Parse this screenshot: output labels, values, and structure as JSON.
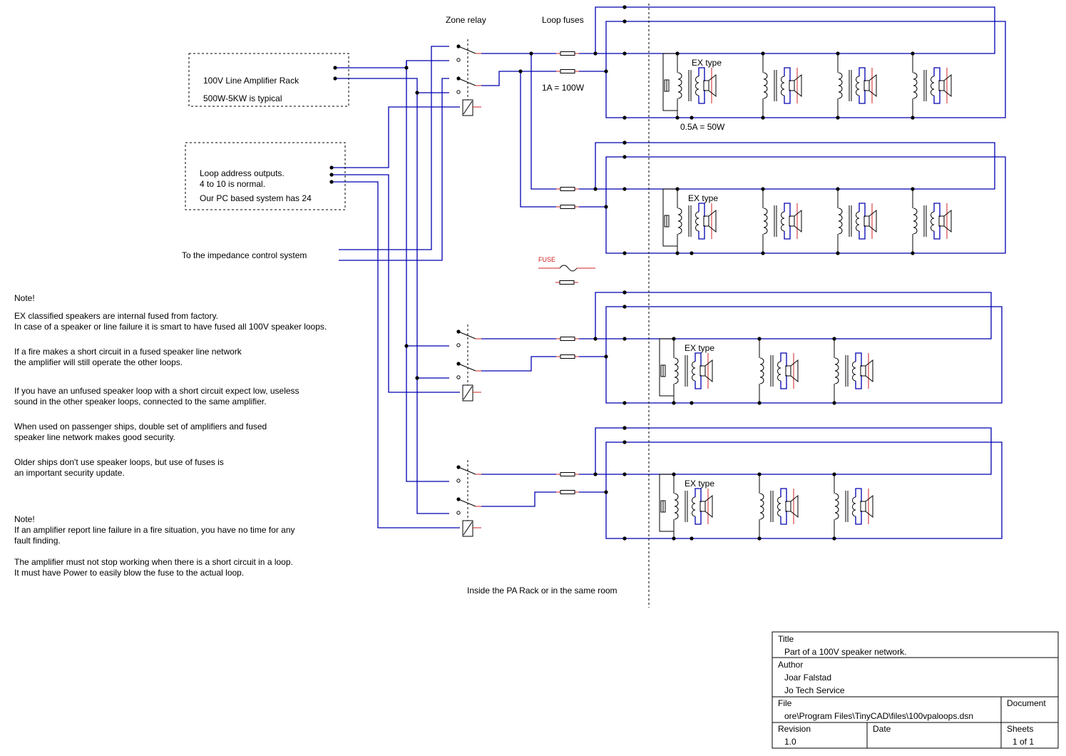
{
  "labels": {
    "zone_relay": "Zone relay",
    "loop_fuses": "Loop fuses",
    "fuse_1a": "1A = 100W",
    "fuse_05a": "0.5A = 50W",
    "ex_type": "EX type",
    "fuse_symbol": "FUSE",
    "inside_rack": "Inside the PA Rack or in the same room",
    "impedance": "To the impedance control system"
  },
  "amplifier_box": {
    "line1": "100V Line Amplifier  Rack",
    "line2": "500W-5KW is typical"
  },
  "loop_address_box": {
    "line1": "Loop address outputs.",
    "line2": "4 to 10 is normal.",
    "line3": "Our PC based system has 24"
  },
  "notes": [
    "Note!",
    "EX classified speakers are internal fused from factory.",
    "In case of a speaker or line failure it is smart to have fused all 100V speaker loops.",
    "If a fire makes a short circuit in a fused speaker line network",
    "the amplifier will still operate the other loops.",
    "If you have an unfused speaker loop with a short circuit expect low, useless",
    "sound in the other speaker loops, connected to the same amplifier.",
    "When used on passenger ships, double set of amplifiers and  fused",
    "speaker line network makes good security.",
    "Older ships don't use speaker loops, but use of fuses is",
    "an important security update.",
    "Note!",
    "If an amplifier report line failure in a fire situation, you have no time for any",
    "fault finding.",
    "The amplifier must not stop working when there is a short circuit in a loop.",
    "It must have Power to easily blow the fuse to the actual loop."
  ],
  "title_block": {
    "title_label": "Title",
    "title_value": "Part of a 100V speaker network.",
    "author_label": "Author",
    "author_value1": "Joar Falstad",
    "author_value2": "Jo Tech Service",
    "file_label": "File",
    "file_value": "ore\\Program Files\\TinyCAD\\files\\100vpaloops.dsn",
    "document_label": "Document",
    "revision_label": "Revision",
    "revision_value": "1.0",
    "date_label": "Date",
    "sheets_label": "Sheets",
    "sheets_value": "1 of 1"
  },
  "colors": {
    "wire": "#0000b0",
    "component": "#000000",
    "pin": "#d02020"
  }
}
